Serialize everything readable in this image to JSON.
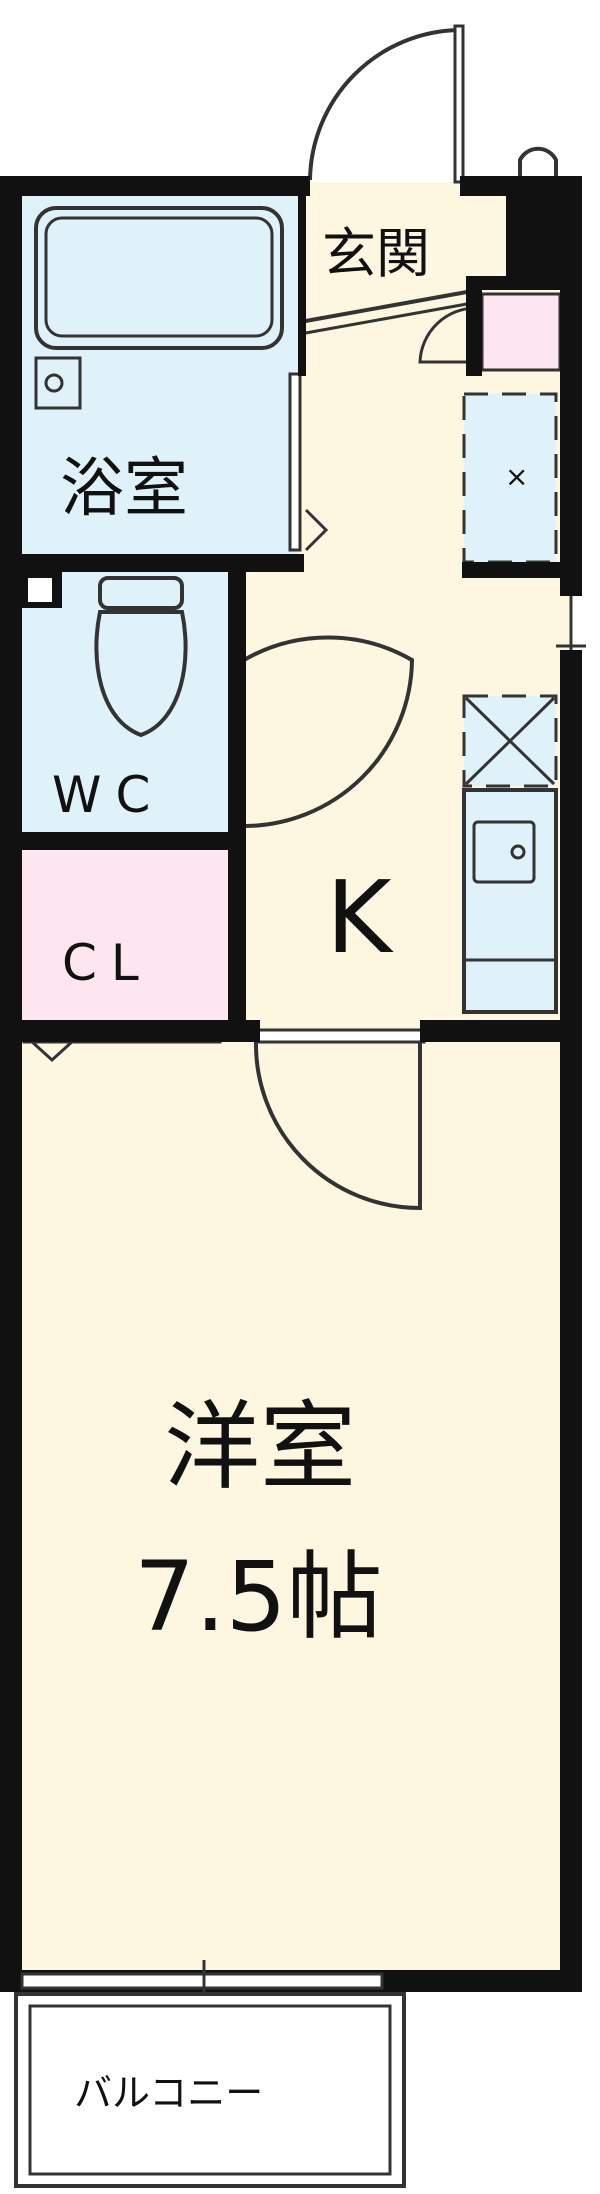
{
  "rooms": {
    "entrance": "玄関",
    "bath": "浴室",
    "wc": "WC",
    "closet": "CL",
    "kitchen": "K",
    "western_room": "洋室",
    "western_room_size": "7.5帖",
    "balcony": "バルコニー"
  },
  "colors": {
    "wall": "#111111",
    "wet_area": "#dff2fa",
    "closet": "#fde6ef",
    "living": "#fdf7e1",
    "outline": "#333333"
  }
}
